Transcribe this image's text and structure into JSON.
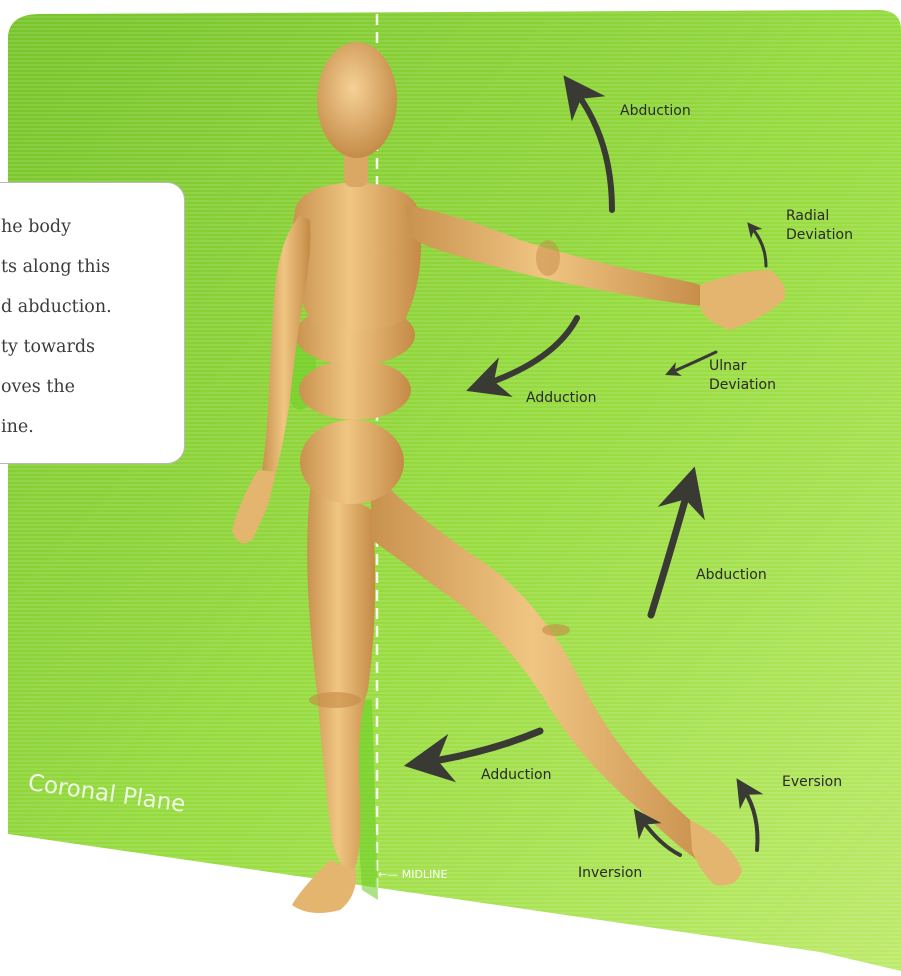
{
  "info_box": {
    "lines": [
      "he body",
      "ts along this",
      "d abduction.",
      "ty towards",
      "oves the",
      "ine."
    ]
  },
  "plane_label": "Coronal Plane",
  "midline_label": "←— MIDLINE",
  "labels": {
    "abduction_arm": "Abduction",
    "radial_deviation": "Radial\nDeviation",
    "adduction_arm": "Adduction",
    "ulnar_deviation": "Ulnar\nDeviation",
    "abduction_leg": "Abduction",
    "adduction_leg": "Adduction",
    "eversion": "Eversion",
    "inversion": "Inversion"
  },
  "colors": {
    "plane_green": "#8dd63c",
    "plane_light": "#b4ea5e",
    "figure_tan": "#e2b36c",
    "figure_shadow": "#b98445",
    "arrow_dark": "#3a3a34"
  }
}
